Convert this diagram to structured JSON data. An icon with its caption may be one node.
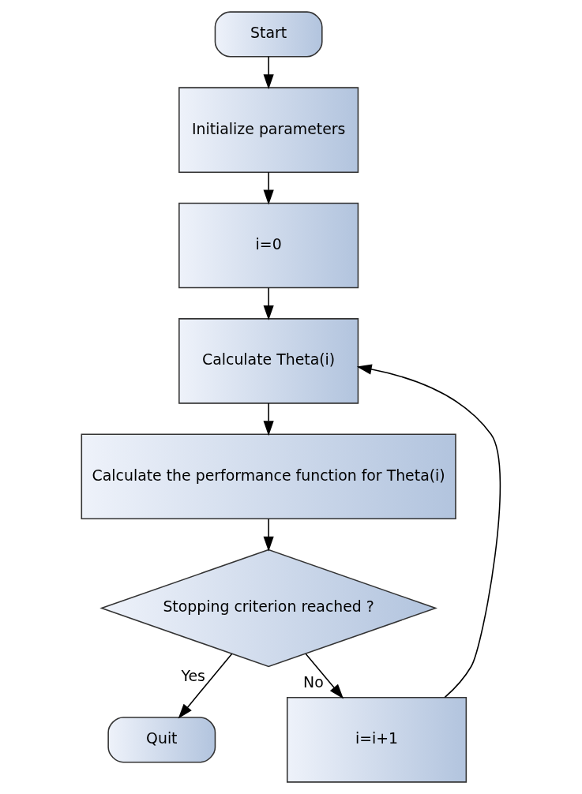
{
  "diagram": {
    "nodes": [
      {
        "text": [
          "Start"
        ]
      },
      {
        "text": [
          "Initialize parameters"
        ]
      },
      {
        "text": [
          "i=0"
        ]
      },
      {
        "text": [
          "Calculate Theta(i)"
        ]
      },
      {
        "text": [
          "Calculate the performance function for Theta(i)"
        ]
      },
      {
        "text": [
          "Stopping criterion reached ?"
        ]
      },
      {
        "text": [
          "Quit"
        ]
      },
      {
        "text": [
          "i=i+1"
        ]
      }
    ],
    "edges": [
      {
        "from": 0,
        "to": 1,
        "arrow": "to"
      },
      {
        "from": 1,
        "to": 2,
        "arrow": "to"
      },
      {
        "from": 2,
        "to": 3,
        "arrow": "to"
      },
      {
        "from": 3,
        "to": 4,
        "arrow": "to"
      },
      {
        "from": 4,
        "to": 5,
        "arrow": "to"
      },
      {
        "from": 5,
        "to": 6,
        "arrow": "to",
        "label": "Yes"
      },
      {
        "from": 5,
        "to": 7,
        "arrow": "to",
        "label": "No"
      },
      {
        "from": 7,
        "to": 3,
        "arrow": "to"
      }
    ]
  }
}
